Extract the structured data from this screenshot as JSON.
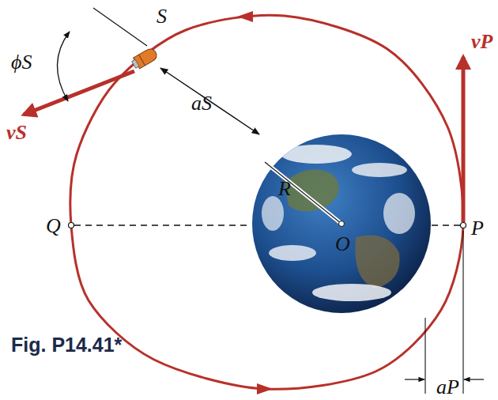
{
  "diagram": {
    "caption": "Fig. P14.41*",
    "labels": [
      "S",
      "ϕS",
      "aS",
      "R",
      "O",
      "Q",
      "P",
      "vP",
      "vS",
      "aP"
    ]
  }
}
